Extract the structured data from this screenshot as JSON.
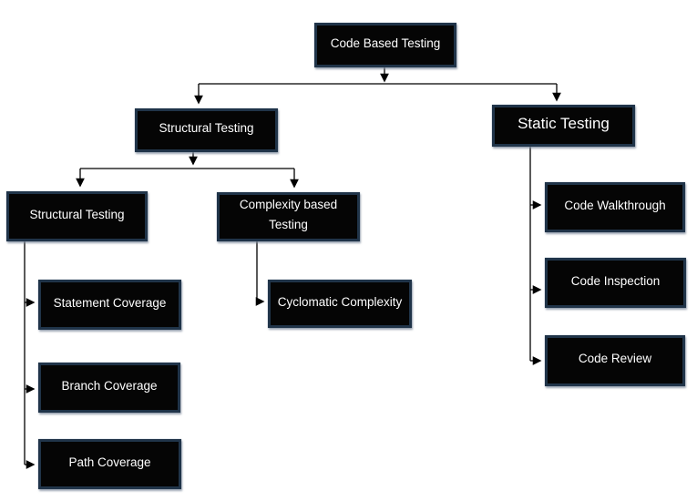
{
  "diagram": {
    "background_color": "#ffffff",
    "line_color": "#000000",
    "box_fill_color": "#050505",
    "box_border_color": "#203449",
    "box_text_color": "#ffffff",
    "nodes": {
      "root": {
        "label": "Code Based Testing"
      },
      "structural2": {
        "label": "Structural Testing"
      },
      "static1": {
        "label": "Static Testing"
      },
      "structural3": {
        "label": "Structural Testing"
      },
      "complexity": {
        "label": "Complexity based Testing"
      },
      "statement": {
        "label": "Statement Coverage"
      },
      "branch": {
        "label": "Branch Coverage"
      },
      "path": {
        "label": "Path Coverage"
      },
      "cyclomatic": {
        "label": "Cyclomatic Complexity"
      },
      "walkthrough": {
        "label": "Code Walkthrough"
      },
      "inspection": {
        "label": "Code Inspection"
      },
      "review": {
        "label": "Code Review"
      }
    }
  }
}
